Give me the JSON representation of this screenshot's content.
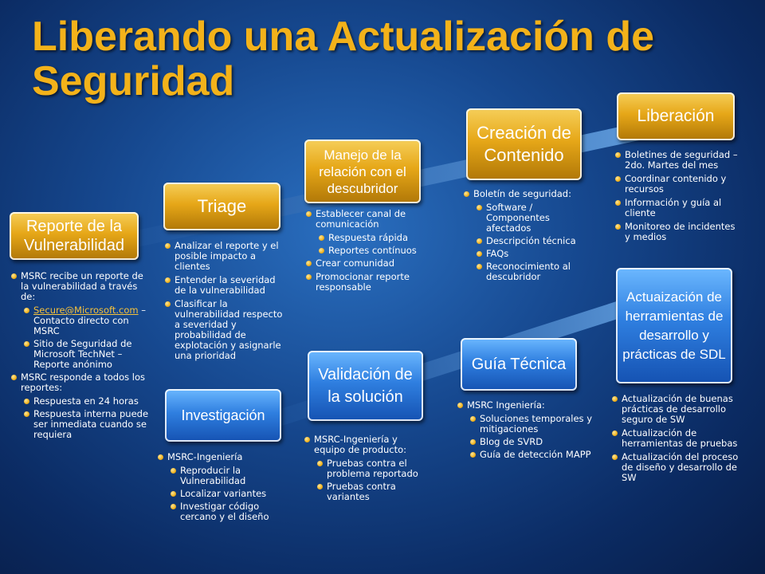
{
  "title": "Liberando una Actualización de Seguridad",
  "stages": {
    "reporte": "Reporte de la Vulnerabilidad",
    "triage": "Triage",
    "manejo": "Manejo de la relación con el descubridor",
    "creacion": "Creación de Contenido",
    "liberacion": "Liberación",
    "investigacion": "Investigación",
    "validacion": "Validación de la solución",
    "guia": "Guía Técnica",
    "herramientas": "Actuaización de herramientas de desarrollo y prácticas de SDL"
  },
  "reporte_list": {
    "item1": "MSRC recibe un reporte de la vulnerabilidad  a través de:",
    "sub1_link": "Secure@Microsoft.com",
    "sub1_rest": " – Contacto directo con MSRC",
    "sub2": "Sitio de Seguridad de Microsoft TechNet – Reporte anónimo",
    "item2": "MSRC responde  a todos los reportes:",
    "sub3": "Respuesta en 24 horas",
    "sub4": "Respuesta interna puede ser  inmediata cuando se requiera"
  },
  "triage_list": {
    "item1": "Analizar el reporte  y el posible impacto  a clientes",
    "item2": "Entender  la severidad de la vulnerabilidad",
    "item3": "Clasificar  la vulnerabilidad respecto  a severidad  y probabilidad  de explotación  y asignarle una prioridad"
  },
  "manejo_list": {
    "item1": "Establecer canal de comunicación",
    "sub1": "Respuesta  rápida",
    "sub2": "Reportes  contínuos",
    "item2": "Crear comunidad",
    "item3": "Promocionar reporte responsable"
  },
  "creacion_list": {
    "item1": "Boletín de seguridad:",
    "sub1": "Software  / Componentes afectados",
    "sub2": "Descripción  técnica",
    "sub3": "FAQs",
    "sub4": "Reconocimiento  al descubridor"
  },
  "liberacion_list": {
    "item1": "Boletines  de seguridad – 2do. Martes  del mes",
    "item2": "Coordinar  contenido  y recursos",
    "item3": "Información  y guía al cliente",
    "item4": "Monitoreo  de incidentes   y medios"
  },
  "investigacion_list": {
    "item1": "MSRC-Ingeniería",
    "sub1": "Reproducir la Vulnerabilidad",
    "sub2": "Localizar variantes",
    "sub3": "Investigar código cercano y el diseño"
  },
  "validacion_list": {
    "item1": "MSRC-Ingeniería  y equipo de producto:",
    "sub1": "Pruebas  contra  el problema reportado",
    "sub2": "Pruebas  contra variantes"
  },
  "guia_list": {
    "item1": "MSRC Ingeniería:",
    "sub1": "Soluciones  temporales  y mitigaciones",
    "sub2": "Blog de SVRD",
    "sub3": "Guía de detección MAPP"
  },
  "herramientas_list": {
    "item1": "Actualización  de buenas prácticas  de desarrollo seguro de SW",
    "item2": "Actualización  de herramientas  de pruebas",
    "item3": "Actualización  del proceso de diseño  y desarrollo de SW"
  }
}
